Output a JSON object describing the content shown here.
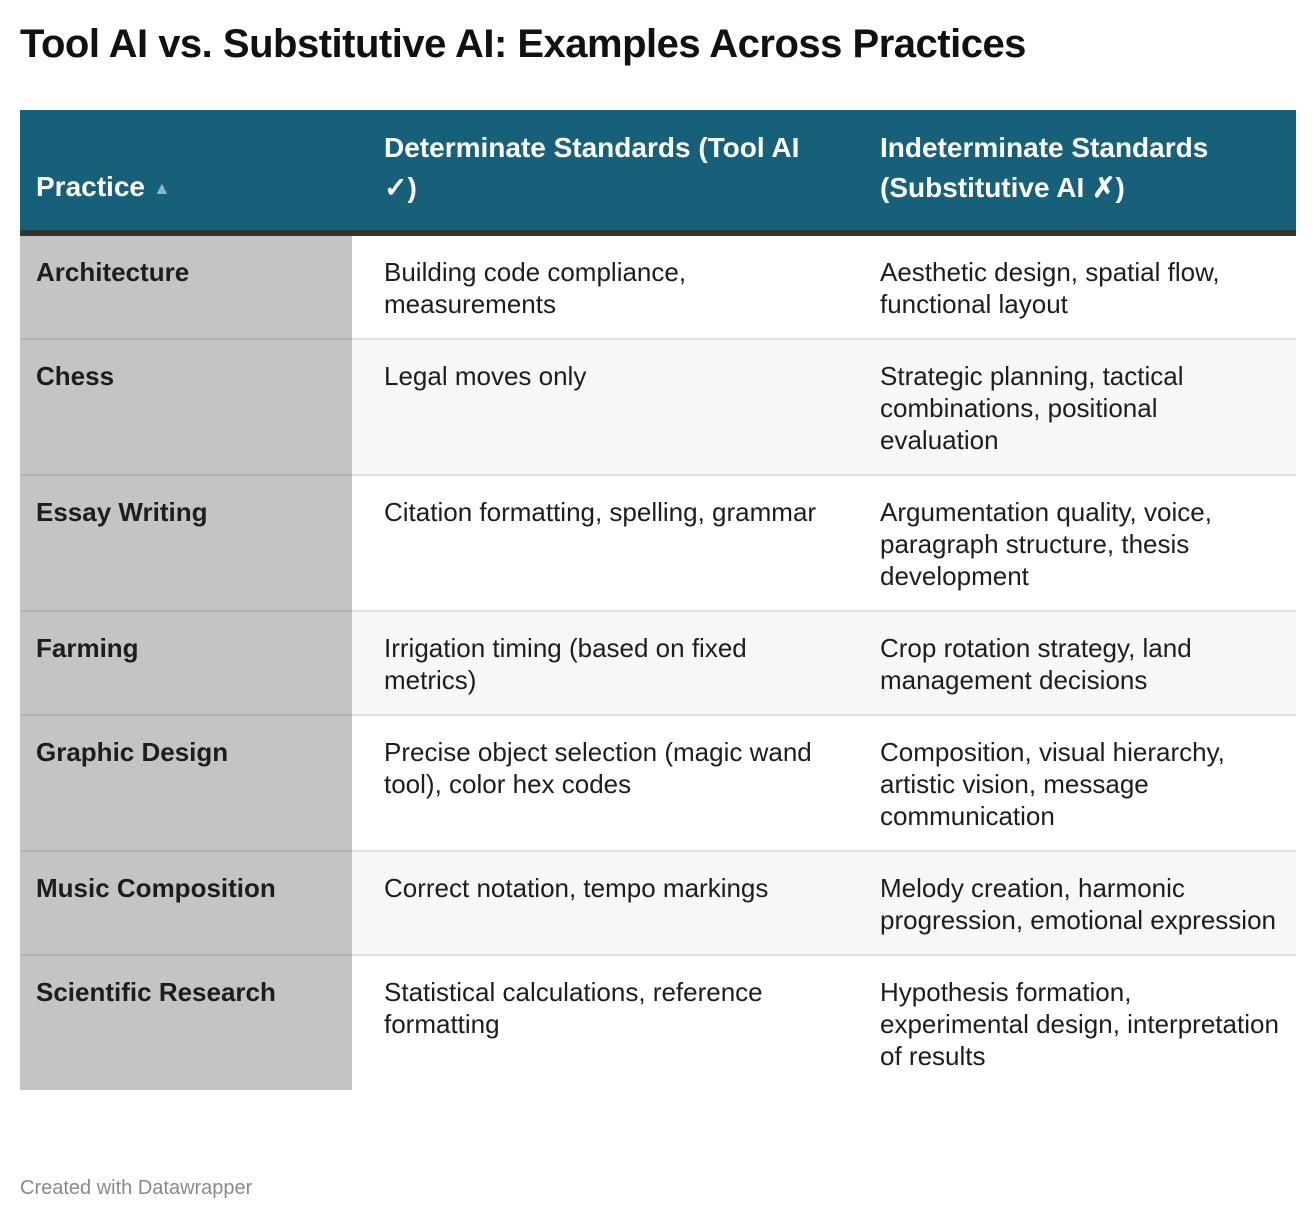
{
  "title": "Tool AI vs. Substitutive AI: Examples Across Practices",
  "columns": [
    "Practice",
    "Determinate Standards (Tool AI ✓)",
    "Indeterminate Standards (Substitutive AI ✗)"
  ],
  "sort_indicator": "▲",
  "rows": [
    [
      "Architecture",
      "Building code compliance, measurements",
      "Aesthetic design, spatial flow, functional layout"
    ],
    [
      "Chess",
      "Legal moves only",
      "Strategic planning, tactical combinations, positional evaluation"
    ],
    [
      "Essay Writing",
      "Citation formatting, spelling, grammar",
      "Argumentation quality, voice, paragraph structure, thesis development"
    ],
    [
      "Farming",
      "Irrigation timing (based on fixed metrics)",
      "Crop rotation strategy, land management decisions"
    ],
    [
      "Graphic Design",
      "Precise object selection (magic wand tool), color hex codes",
      "Composition, visual hierarchy, artistic vision, message communication"
    ],
    [
      "Music Composition",
      "Correct notation, tempo markings",
      "Melody creation, harmonic progression, emotional expression"
    ],
    [
      "Scientific Research",
      "Statistical calculations, reference formatting",
      "Hypothesis formation, experimental design, interpretation of results"
    ]
  ],
  "footer": "Created with Datawrapper",
  "colors": {
    "header": "#17607a",
    "first_column": "#c4c4c4",
    "alt_row": "#f7f7f7"
  }
}
